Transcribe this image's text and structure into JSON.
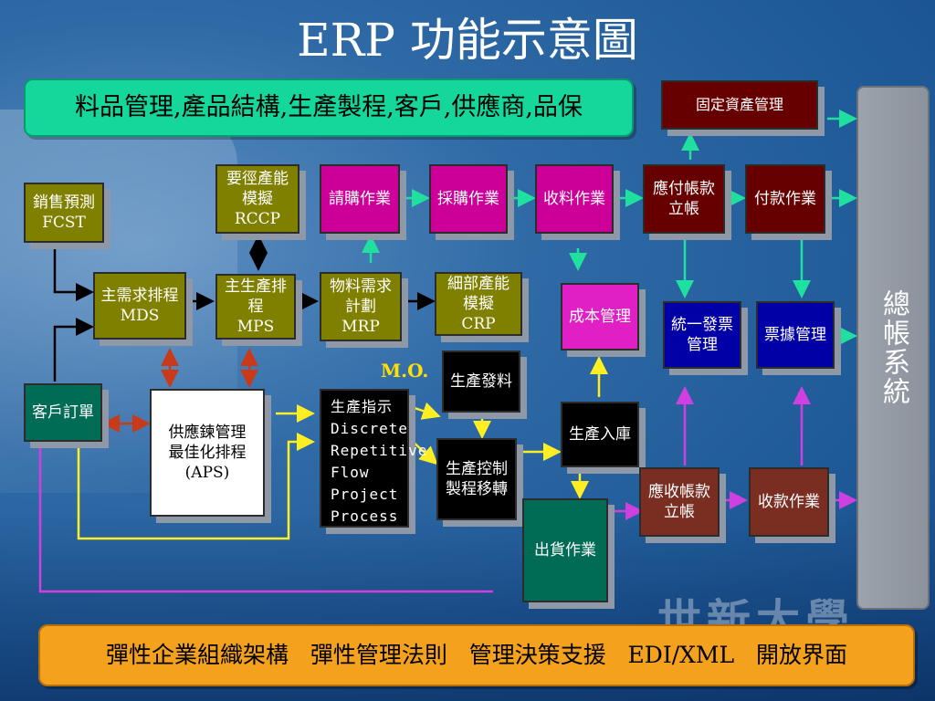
{
  "title": "ERP  功能示意圖",
  "top_banner": "料品管理,產品結構,生產製程,客戶,供應商,品保",
  "bottom_banner": "彈性企業組織架構   彈性管理法則   管理決策支援   EDI/XML   開放界面",
  "general_ledger": "總帳系統",
  "mo_label": "M.O.",
  "watermark": "世新大學",
  "boxes": {
    "fixed_assets": "固定資產管理",
    "sales_forecast": "銷售預測\nFCST",
    "rccp": "要徑產能\n模擬\nRCCP",
    "requisition": "請購作業",
    "purchasing": "採購作業",
    "receiving": "收料作業",
    "ap_setup": "應付帳款\n立帳",
    "payment": "付款作業",
    "mds": "主需求排程\nMDS",
    "mps": "主生產排程\nMPS",
    "mrp": "物料需求\n計劃\nMRP",
    "crp": "細部產能\n模擬\nCRP",
    "cost_mgmt": "成本管理",
    "invoice": "統一發票\n管理",
    "notes": "票據管理",
    "customer_order": "客戶訂單",
    "aps": "供應鍊管理\n最佳化排程\n(APS)",
    "production_order": "生產指示\nDiscrete\nRepetitive\nFlow\nProject\nProcess",
    "material_issue": "生產發料",
    "production_control": "生產控制\n製程移轉",
    "production_receipt": "生產入庫",
    "shipping": "出貨作業",
    "ar_setup": "應收帳款\n立帳",
    "collection": "收款作業"
  },
  "colors": {
    "background": "#1f5a98",
    "top_banner": "#15d79b",
    "bottom_banner": "#f4a11e",
    "general_ledger": "#9da3ad",
    "olive": "#808000",
    "magenta": "#cc0099",
    "maroon": "#660000",
    "navy": "#0000a6",
    "teal": "#006c56",
    "arrow_green": "#20e0a0",
    "arrow_yellow": "#ffee22",
    "arrow_magenta": "#d040e0",
    "arrow_red": "#c83a1a"
  }
}
